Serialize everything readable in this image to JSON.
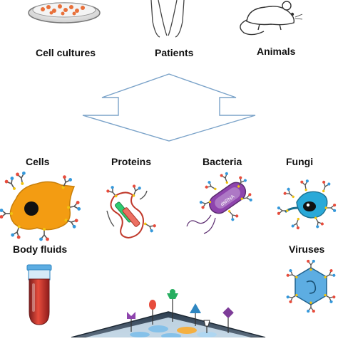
{
  "sources": {
    "cell_cultures": "Cell cultures",
    "patients": "Patients",
    "animals": "Animals"
  },
  "targets": {
    "cells": "Cells",
    "proteins": "Proteins",
    "bacteria": "Bacteria",
    "fungi": "Fungi",
    "body_fluids": "Body fluids",
    "viruses": "Viruses"
  },
  "bacteria_tag": "dsRNA",
  "colors": {
    "arrow_stroke": "#7ba3c9",
    "cell_body": "#f39c12",
    "nucleus": "#111111",
    "tube_fluid": "#c0392b",
    "fungus_body": "#29a9d8",
    "virus_body": "#5dade2",
    "bacterium_body": "#8e44ad"
  },
  "icons": {
    "petri_dish": "petri-dish-icon",
    "patient": "human-figure-icon",
    "animal": "mouse-icon",
    "cell": "cell-icon",
    "protein": "protein-icon",
    "bacterium": "bacterium-icon",
    "fungus": "fungus-icon",
    "test_tube": "test-tube-icon",
    "virus": "virus-icon",
    "array": "antibody-array-icon"
  }
}
